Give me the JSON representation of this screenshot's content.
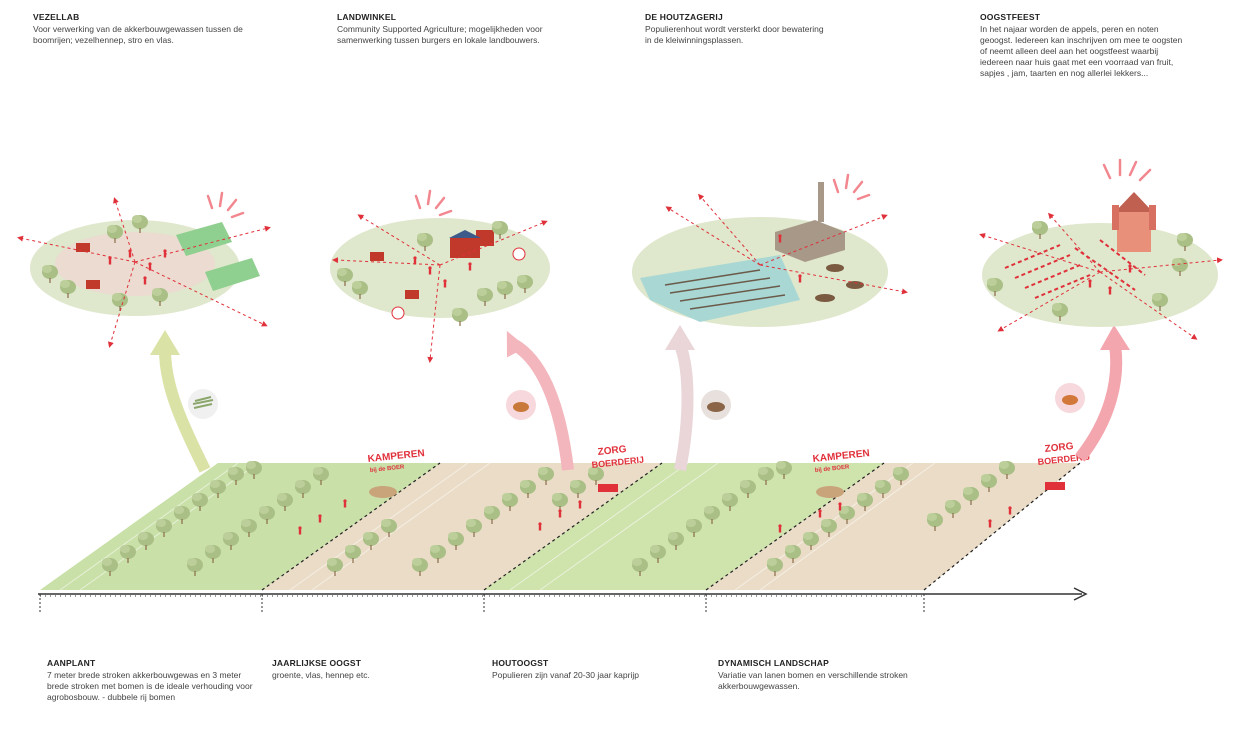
{
  "top_blocks": [
    {
      "title": "VEZELLAB",
      "text": "Voor verwerking van de akkerbouwgewassen tussen de boomrijen; vezelhennep, stro en vlas."
    },
    {
      "title": "LANDWINKEL",
      "text": "Community Supported Agriculture; mogelijkheden voor samenwerking tussen burgers en lokale landbouwers."
    },
    {
      "title": "DE HOUTZAGERIJ",
      "text": "Populierenhout wordt versterkt door bewatering in de kleiwinningsplassen."
    },
    {
      "title": "OOGSTFEEST",
      "text": "In het najaar worden de appels, peren en noten geoogst. Iedereen kan inschrijven om mee te oogsten of neemt alleen deel aan het oogstfeest waarbij iedereen naar huis gaat met een voorraad van fruit, sapjes , jam, taarten en nog allerlei lekkers..."
    }
  ],
  "bottom_blocks": [
    {
      "title": "AANPLANT",
      "text": "7 meter brede stroken akkerbouwgewas en 3 meter brede stroken met bomen is de ideale verhouding voor agrobosbouw. - dubbele rij bomen"
    },
    {
      "title": "JAARLIJKSE OOGST",
      "text": "groente, vlas, hennep etc."
    },
    {
      "title": "HOUTOOGST",
      "text": "Populieren zijn vanaf 20-30 jaar kaprijp"
    },
    {
      "title": "DYNAMISCH LANDSCHAP",
      "text": "Variatie van lanen bomen en verschillende stroken akkerbouwgewassen."
    }
  ],
  "signs": [
    {
      "line1": "KAMPEREN",
      "line2": "bij de BOER"
    },
    {
      "line1": "ZORG",
      "line2": "BOERDERIJ"
    },
    {
      "line1": "KAMPEREN",
      "line2": "bij de BOER"
    },
    {
      "line1": "ZORG",
      "line2": "BOERDERIJ"
    }
  ],
  "colors": {
    "field_green": "#c9e0a8",
    "field_beige": "#eadcc6",
    "tree_green": "#9fb77c",
    "accent_red": "#e0303a",
    "pink_arrow": "#f3b6bd",
    "olive_arrow": "#dbe2a6",
    "timeline": "#333333"
  }
}
